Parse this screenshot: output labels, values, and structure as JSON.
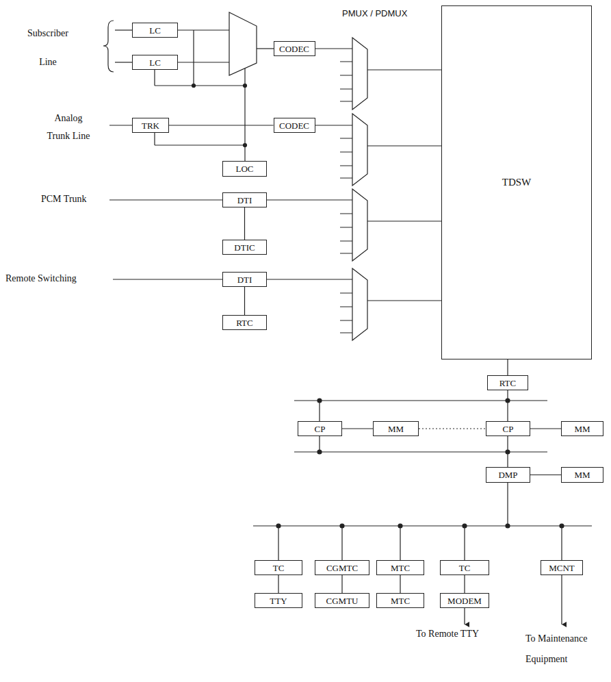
{
  "diagram": {
    "nodes": [
      {
        "text": [
          "LC"
        ]
      },
      {
        "text": [
          "LC"
        ]
      },
      {
        "text": [
          "CODEC"
        ]
      },
      {
        "text": [
          "TRK"
        ]
      },
      {
        "text": [
          "CODEC"
        ]
      },
      {
        "text": [
          "LOC"
        ]
      },
      {
        "text": [
          "DTI"
        ]
      },
      {
        "text": [
          "DTIC"
        ]
      },
      {
        "text": [
          "DTI"
        ]
      },
      {
        "text": [
          "RTC"
        ]
      },
      {
        "text": [
          "TDSW"
        ]
      },
      {
        "text": [
          "RTC"
        ]
      },
      {
        "text": [
          "CP"
        ]
      },
      {
        "text": [
          "MM"
        ]
      },
      {
        "text": [
          "CP"
        ]
      },
      {
        "text": [
          "MM"
        ]
      },
      {
        "text": [
          "DMP"
        ]
      },
      {
        "text": [
          "MM"
        ]
      },
      {
        "text": [
          "TC"
        ]
      },
      {
        "text": [
          "CGMTC"
        ]
      },
      {
        "text": [
          "MTC"
        ]
      },
      {
        "text": [
          "TC"
        ]
      },
      {
        "text": [
          "MCNT"
        ]
      },
      {
        "text": [
          "TTY"
        ]
      },
      {
        "text": [
          "CGMTU"
        ]
      },
      {
        "text": [
          "MTC"
        ]
      },
      {
        "text": [
          "MODEM"
        ]
      }
    ],
    "edges": [
      {
        "from": 3,
        "to": 4,
        "arrow": "none"
      },
      {
        "from": 6,
        "to": 7,
        "arrow": "none"
      },
      {
        "from": 8,
        "to": 9,
        "arrow": "none"
      },
      {
        "from": 10,
        "to": 11,
        "arrow": "none"
      },
      {
        "from": 12,
        "to": 13,
        "arrow": "none"
      },
      {
        "from": 13,
        "to": 14,
        "arrow": "none"
      },
      {
        "from": 14,
        "to": 15,
        "arrow": "none"
      },
      {
        "from": 16,
        "to": 17,
        "arrow": "none"
      },
      {
        "from": 18,
        "to": 23,
        "arrow": "none"
      },
      {
        "from": 19,
        "to": 24,
        "arrow": "none"
      },
      {
        "from": 20,
        "to": 25,
        "arrow": "none"
      },
      {
        "from": 21,
        "to": 26,
        "arrow": "none"
      }
    ],
    "labels": [
      "PMUX / PDMUX",
      "Subscriber Line",
      "Analog Trunk Line",
      "PCM Trunk",
      "Remote Switching",
      "To Remote TTY",
      "To Maintenance Equipment"
    ]
  }
}
